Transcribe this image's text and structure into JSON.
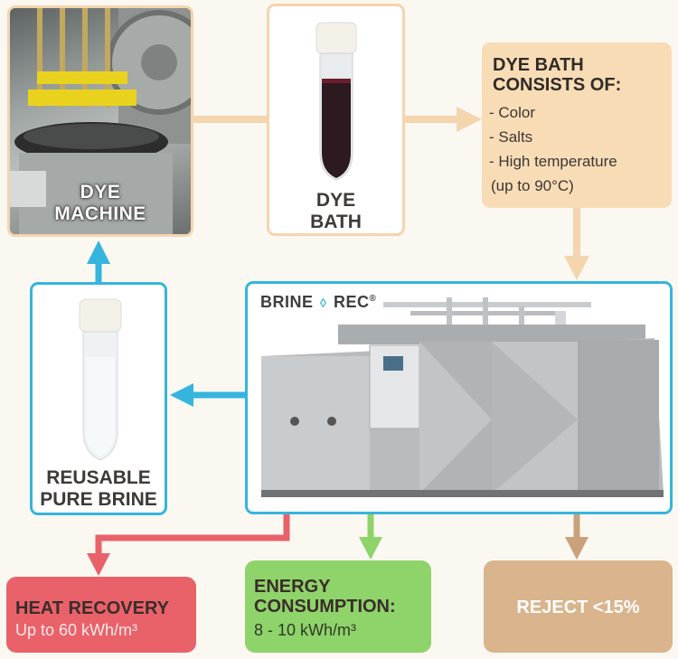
{
  "nodes": {
    "dye_machine": {
      "label_line1": "DYE",
      "label_line2": "MACHINE"
    },
    "dye_bath": {
      "label_line1": "DYE",
      "label_line2": "BATH"
    },
    "consists": {
      "title": "DYE BATH CONSISTS OF:",
      "items": [
        "- Color",
        "- Salts",
        "- High temperature",
        "(up to 90°C)"
      ]
    },
    "brine": {
      "label_line1": "REUSABLE",
      "label_line2": "PURE BRINE"
    },
    "brinerec": {
      "logo_left": "BRINE",
      "logo_right": "REC",
      "logo_reg": "®"
    },
    "heat": {
      "title": "HEAT RECOVERY",
      "sub": "Up to 60 kWh/m³"
    },
    "energy": {
      "title_line1": "ENERGY",
      "title_line2": "CONSUMPTION:",
      "sub": "8 - 10 kWh/m³"
    },
    "reject": {
      "title": "REJECT <15%"
    }
  },
  "colors": {
    "beige_arrow": "#f3d5ae",
    "blue_arrow": "#35b5dd",
    "red_arrow": "#e9626a",
    "green_arrow": "#8fd36b",
    "brown_arrow": "#c9a27c"
  }
}
